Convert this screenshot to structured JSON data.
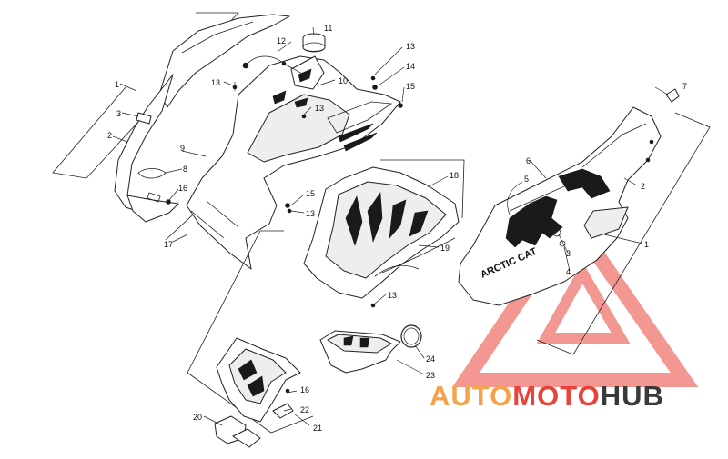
{
  "callouts": {
    "c1a": "1",
    "c1b": "1",
    "c2a": "2",
    "c2b": "2",
    "c3a": "3",
    "c3b": "3",
    "c4": "4",
    "c5": "5",
    "c6": "6",
    "c7": "7",
    "c8": "8",
    "c9": "9",
    "c10": "10",
    "c11": "11",
    "c12": "12",
    "c13a": "13",
    "c13b": "13",
    "c13c": "13",
    "c13d": "13",
    "c13e": "13",
    "c14": "14",
    "c15a": "15",
    "c15b": "15",
    "c16a": "16",
    "c16b": "16",
    "c17": "17",
    "c18": "18",
    "c19": "19",
    "c20": "20",
    "c21": "21",
    "c22": "22",
    "c23": "23",
    "c24": "24"
  },
  "decal_text": "ARCTIC CAT",
  "watermark": {
    "part1": "AUTO",
    "part2": "MOTO",
    "part3": "HUB"
  },
  "colors": {
    "watermark_red": "#e8433a",
    "watermark_orange": "#f5a34a",
    "watermark_dark": "#3a3a3a"
  }
}
